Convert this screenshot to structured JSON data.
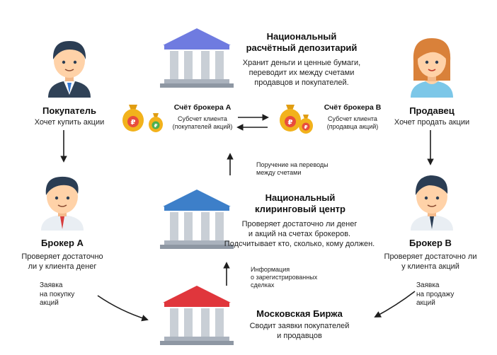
{
  "buyer": {
    "title": "Покупатель",
    "desc": "Хочет купить акции"
  },
  "seller": {
    "title": "Продавец",
    "desc": "Хочет продать акции"
  },
  "broker_a": {
    "title": "Брокер А",
    "desc": "Проверяет достаточно\nли у клиента денег"
  },
  "broker_b": {
    "title": "Брокер В",
    "desc": "Проверяет достаточно ли\nу клиента акций"
  },
  "depository": {
    "title": "Национальный\nрасчётный депозитарий",
    "desc": "Хранит деньги и ценные бумаги,\nпереводит их между счетами\nпродавцов и покупателей."
  },
  "clearing": {
    "title": "Национальный\nклиринговый центр",
    "desc": "Проверяет достаточно ли денег\nи акций на счетах брокеров.\nПодсчитывает кто, сколько, кому должен."
  },
  "exchange": {
    "title": "Московская Биржа",
    "desc": "Сводит заявки покупателей\nи продавцов"
  },
  "account_a": {
    "title": "Счёт брокера А",
    "sub": "Субсчет клиента\n(покупателей акций)"
  },
  "account_b": {
    "title": "Счёт брокера В",
    "sub": "Субсчет клиента\n(продавца акций)"
  },
  "labels": {
    "transfer_order": "Поручение на переводы\nмежду счетами",
    "registered_info": "Информация\nо зарегистрированных\nсделках",
    "buy_order": "Заявка\nна покупку\nакций",
    "sell_order": "Заявка\nна продажу\nакций"
  },
  "colors": {
    "depository_building": "#6f7be0",
    "clearing_building": "#3d7fc9",
    "exchange_building": "#e0363c",
    "building_column": "#c9cfd6",
    "money_bag": "#f2b21c",
    "ruble_coin": "#e84c3d",
    "skin": "#ffd2a8",
    "hair": "#2b3d53",
    "female_hair": "#d9813a",
    "suit": "#304257",
    "arrow": "#1e1e1e"
  },
  "icons": [
    "buyer-avatar",
    "seller-avatar",
    "broker-a-avatar",
    "broker-b-avatar",
    "bank-building-icon",
    "money-bag-icon",
    "ruble-coin-icon"
  ]
}
